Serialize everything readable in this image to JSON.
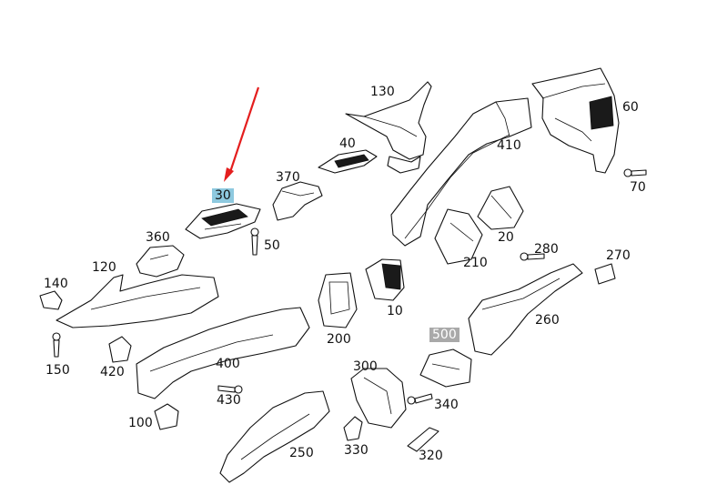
{
  "colors": {
    "arrow": "#e41e1e",
    "highlight_primary": "#8ec9df",
    "highlight_secondary": "#a9a9a9",
    "line": "#111111"
  },
  "labels": {
    "l130": "130",
    "l60": "60",
    "l410": "410",
    "l40": "40",
    "l370": "370",
    "l30": "30",
    "l70": "70",
    "l50": "50",
    "l360": "360",
    "l20": "20",
    "l280": "280",
    "l270": "270",
    "l120": "120",
    "l210": "210",
    "l140": "140",
    "l10": "10",
    "l260": "260",
    "l200": "200",
    "l500": "500",
    "l150": "150",
    "l420": "420",
    "l400": "400",
    "l300": "300",
    "l340": "340",
    "l430": "430",
    "l100": "100",
    "l250": "250",
    "l330": "330",
    "l320": "320"
  }
}
